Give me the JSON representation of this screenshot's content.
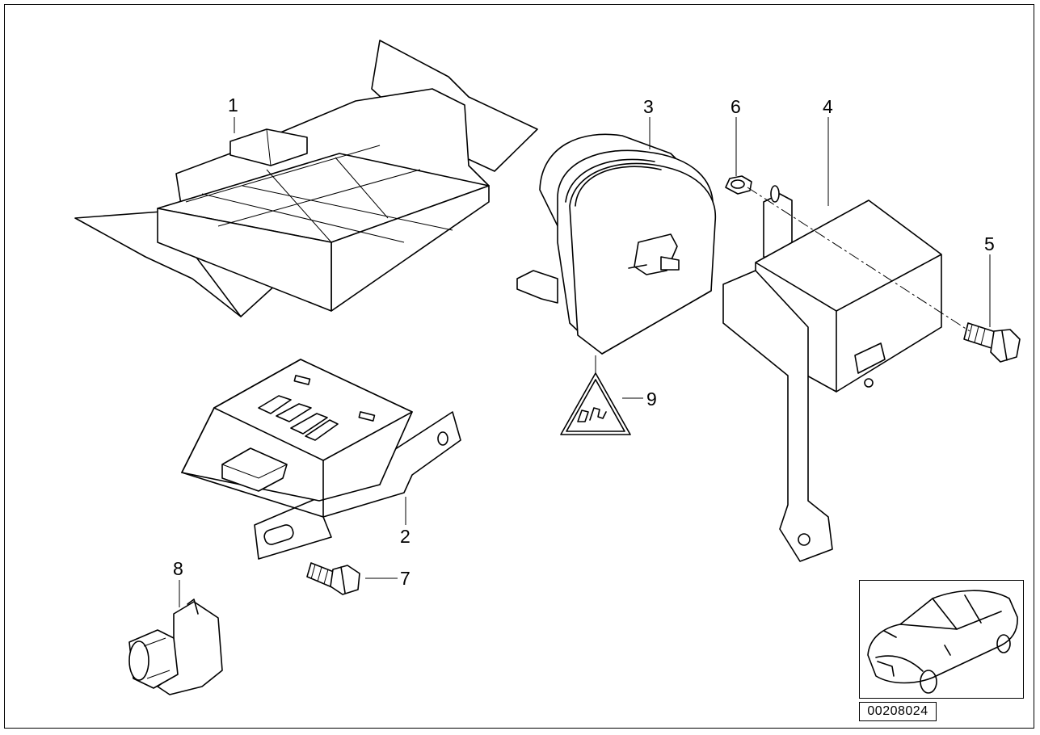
{
  "diagram": {
    "id_label": "00208024",
    "callouts": [
      "1",
      "2",
      "3",
      "4",
      "5",
      "6",
      "7",
      "8",
      "9"
    ]
  },
  "colors": {
    "line": "#000000",
    "background": "#ffffff"
  }
}
